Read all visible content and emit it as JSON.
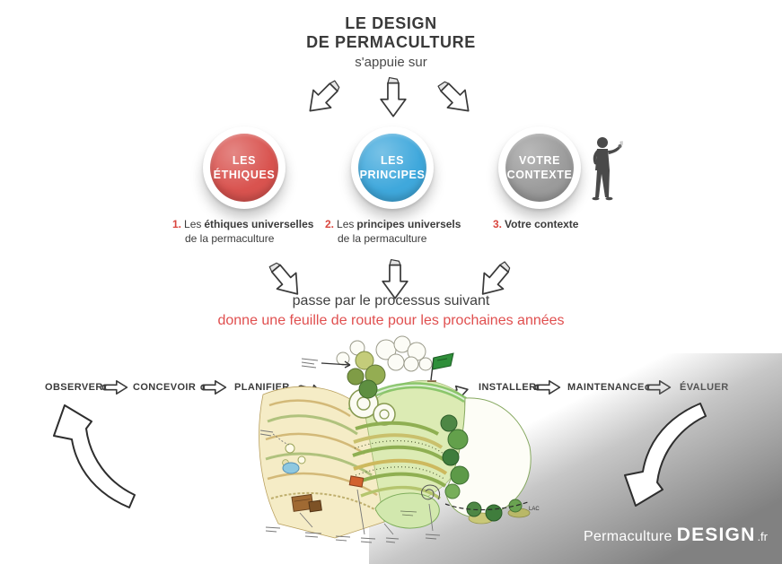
{
  "title": {
    "line1": "LE DESIGN",
    "line2": "DE PERMACULTURE",
    "subtitle": "s'appuie sur"
  },
  "pillars": [
    {
      "label1": "LES",
      "label2": "ÉTHIQUES",
      "color": "#d9534f",
      "number": "1.",
      "desc_pre": "Les",
      "desc_bold": "éthiques universelles",
      "desc_line2": "de la permaculture"
    },
    {
      "label1": "LES",
      "label2": "PRINCIPES",
      "color": "#3fa8dc",
      "number": "2.",
      "desc_pre": "Les",
      "desc_bold": "principes universels",
      "desc_line2": "de la permaculture"
    },
    {
      "label1": "VOTRE",
      "label2": "CONTEXTE",
      "color": "#9b9b9b",
      "number": "3.",
      "desc_pre": "",
      "desc_bold": "Votre contexte",
      "desc_line2": ""
    }
  ],
  "process": {
    "intro": "passe par le processus suivant",
    "roadmap": "donne une feuille de route pour les prochaines années",
    "roadmap_color": "#e04f4f"
  },
  "steps": [
    "OBSERVER",
    "CONCEVOIR",
    "PLANIFIER",
    "INSTALLER",
    "MAINTENANCE",
    "ÉVALUER"
  ],
  "map": {
    "lake_label": "LAC"
  },
  "logo": {
    "brand1": "Permaculture",
    "brand2": "DESIGN",
    "brand3": ".fr"
  },
  "colors": {
    "ethics_red": "#d9534f",
    "principles_blue": "#3fa8dc",
    "context_gray": "#9b9b9b",
    "roadmap_red": "#e04f4f",
    "wedge_gray": "#8f8f8f"
  },
  "icons": {
    "pencil_arrow": "hand-drawn-3d-arrow",
    "flow_arrow": "outline-block-arrow-right",
    "loop_arrow_left": "curved-arrow-up-left",
    "loop_arrow_right": "curved-arrow-down-left",
    "person": "standing-person-figure",
    "flag": "green-flag"
  }
}
